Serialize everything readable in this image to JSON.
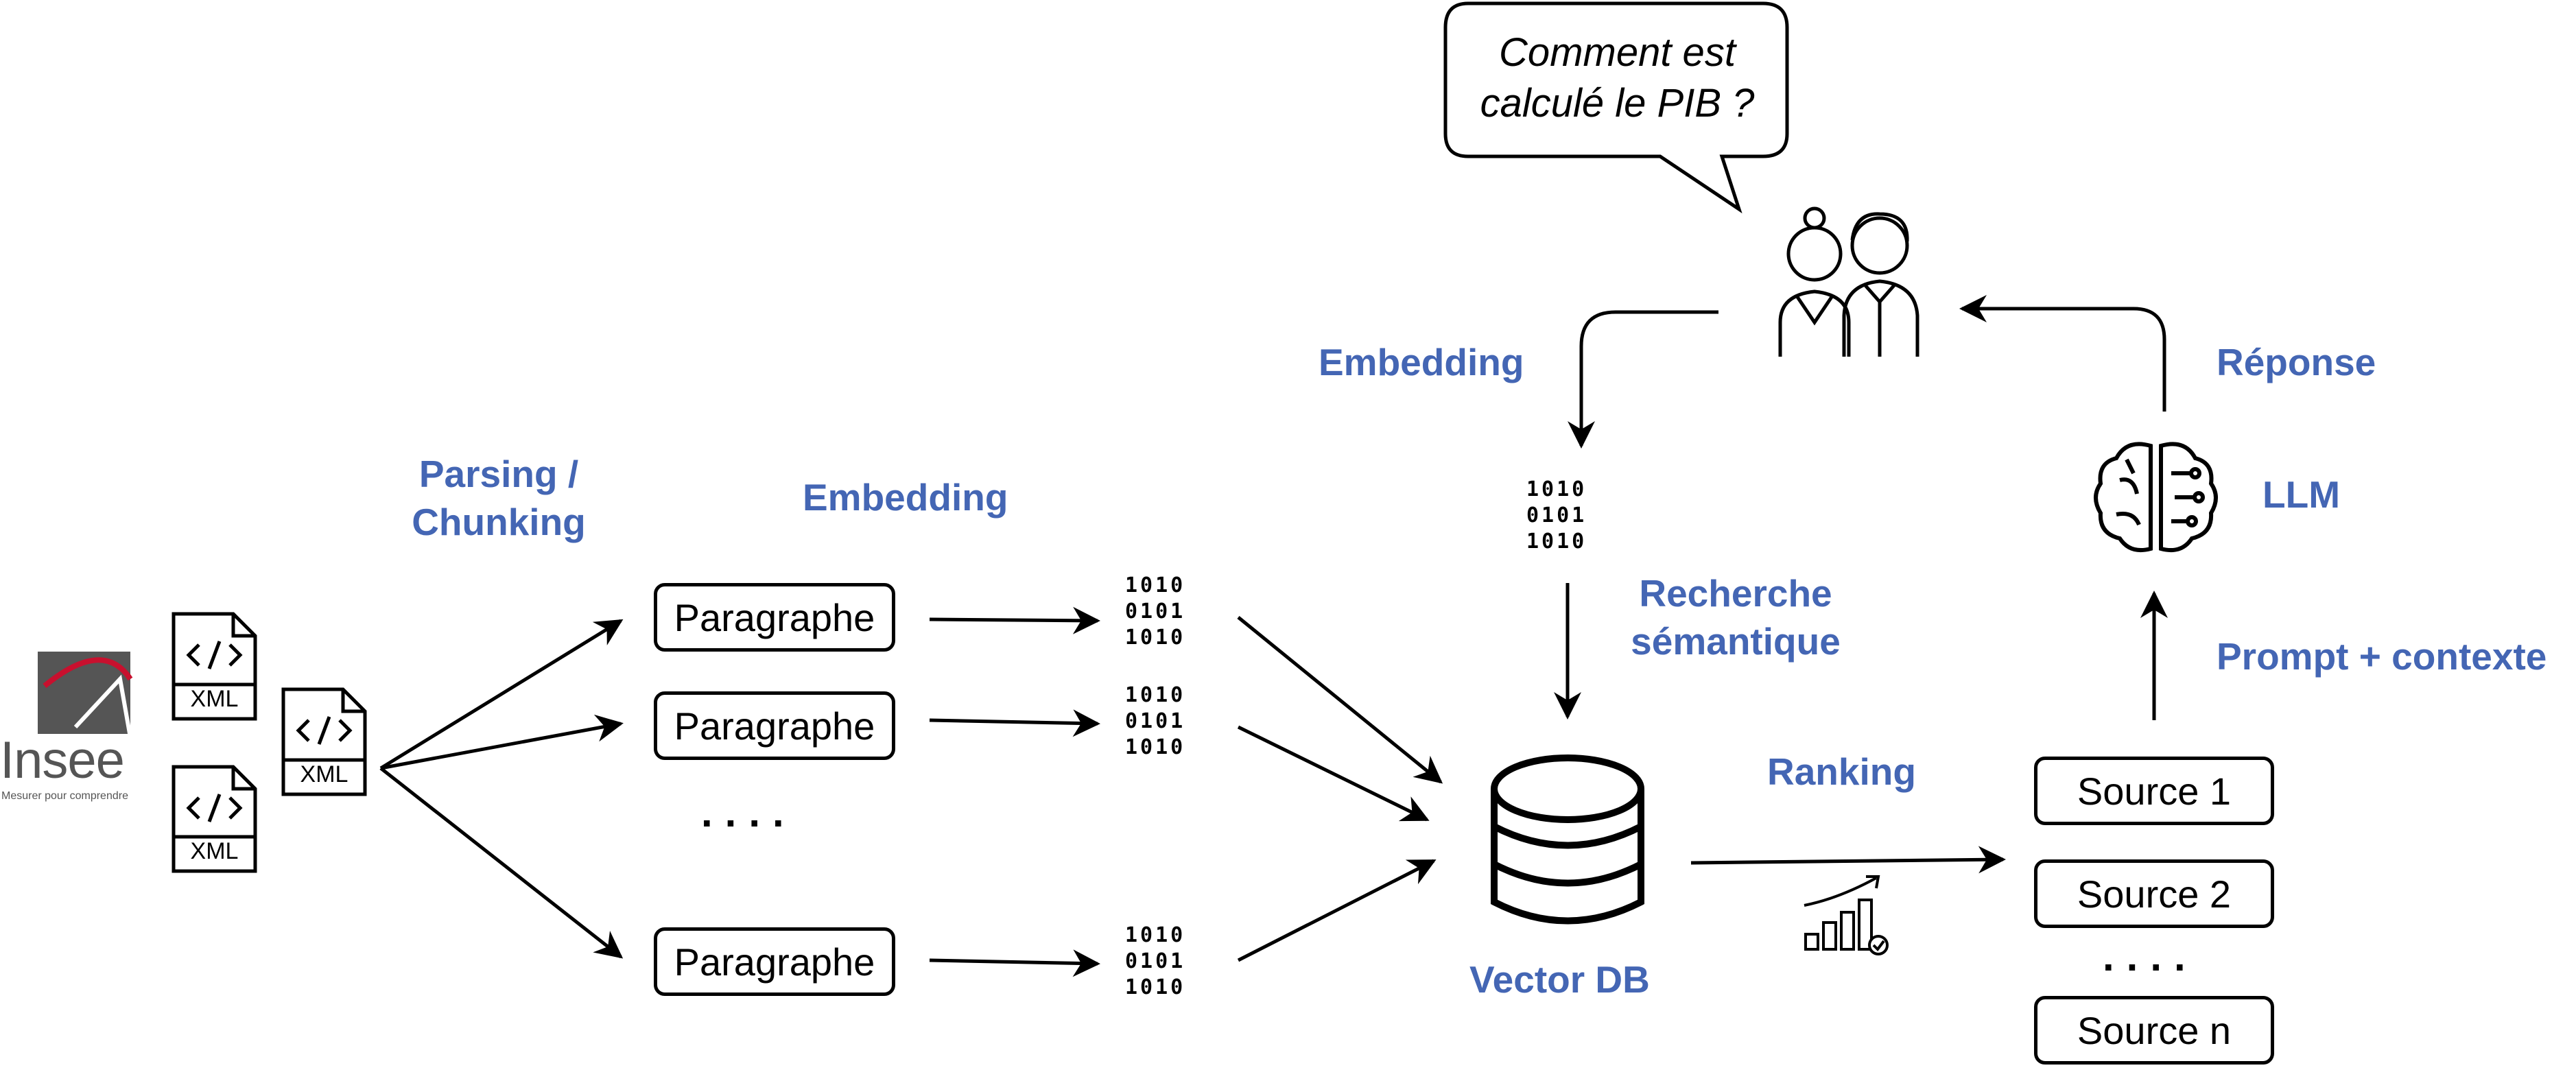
{
  "logo": {
    "name": "Insee",
    "tagline": "Mesurer pour comprendre"
  },
  "files": {
    "xml_label": "XML"
  },
  "labels": {
    "parsing_line1": "Parsing /",
    "parsing_line2": "Chunking",
    "embedding_left": "Embedding",
    "embedding_top": "Embedding",
    "recherche_line1": "Recherche",
    "recherche_line2": "sémantique",
    "vector_db": "Vector DB",
    "ranking": "Ranking",
    "reponse": "Réponse",
    "llm": "LLM",
    "prompt": "Prompt + contexte"
  },
  "question": {
    "line1": "Comment est",
    "line2": "calculé le PIB ?"
  },
  "paragraphs": [
    "Paragraphe",
    "Paragraphe",
    "Paragraphe"
  ],
  "ellipsis": "....",
  "binary": {
    "row1": "1010",
    "row2": "0101",
    "row3": "1010"
  },
  "sources": [
    "Source 1",
    "Source 2",
    "Source n"
  ],
  "colors": {
    "accent_label": "#4466b4",
    "stroke": "#000000",
    "logo_red": "#c8102e",
    "logo_gray": "#555555"
  },
  "icons": [
    "xml-file-icon",
    "binary-vector-icon",
    "database-icon",
    "users-icon",
    "brain-icon",
    "ranking-chart-icon",
    "insee-logo"
  ]
}
